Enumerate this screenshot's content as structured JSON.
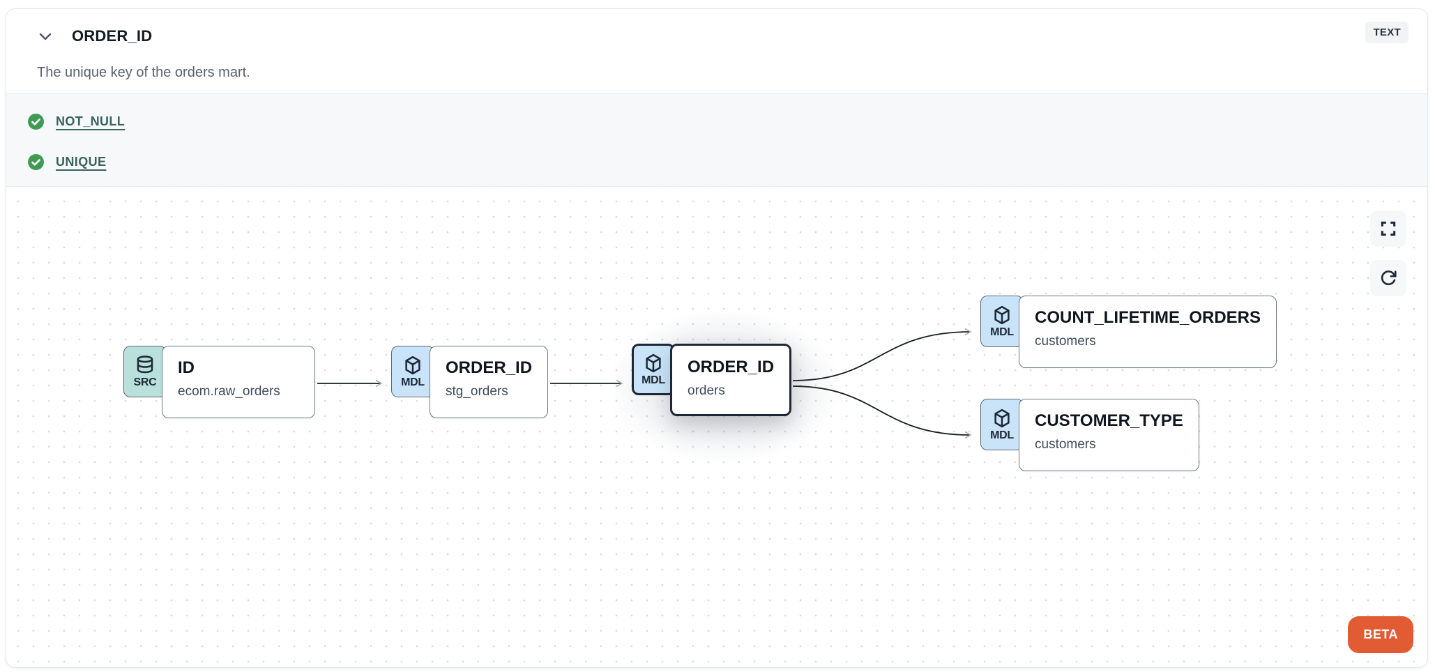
{
  "header": {
    "title": "ORDER_ID",
    "type_badge": "TEXT",
    "description": "The unique key of the orders mart."
  },
  "tests": [
    {
      "label": "NOT_NULL",
      "status": "pass"
    },
    {
      "label": "UNIQUE",
      "status": "pass"
    }
  ],
  "lineage": {
    "nodes": [
      {
        "id": "source_id",
        "badge": "SRC",
        "icon": "database-icon",
        "title": "ID",
        "subtitle": "ecom.raw_orders",
        "selected": false
      },
      {
        "id": "stg_order_id",
        "badge": "MDL",
        "icon": "cube-icon",
        "title": "ORDER_ID",
        "subtitle": "stg_orders",
        "selected": false
      },
      {
        "id": "orders_order_id",
        "badge": "MDL",
        "icon": "cube-icon",
        "title": "ORDER_ID",
        "subtitle": "orders",
        "selected": true
      },
      {
        "id": "count_lifetime_orders",
        "badge": "MDL",
        "icon": "cube-icon",
        "title": "COUNT_LIFETIME_ORDERS",
        "subtitle": "customers",
        "selected": false
      },
      {
        "id": "customer_type",
        "badge": "MDL",
        "icon": "cube-icon",
        "title": "CUSTOMER_TYPE",
        "subtitle": "customers",
        "selected": false
      }
    ],
    "edges": [
      {
        "from": "source_id",
        "to": "stg_order_id"
      },
      {
        "from": "stg_order_id",
        "to": "orders_order_id"
      },
      {
        "from": "orders_order_id",
        "to": "count_lifetime_orders"
      },
      {
        "from": "orders_order_id",
        "to": "customer_type"
      }
    ]
  },
  "controls": {
    "fullscreen": "fullscreen-icon",
    "refresh": "refresh-icon"
  },
  "beta_label": "BETA",
  "colors": {
    "accent_orange": "#e25c33",
    "test_pass_green": "#3f9a54",
    "link_teal": "#38635e",
    "model_badge_blue": "#c9e4f8",
    "source_badge_teal": "#b9e0da",
    "selected_border": "#1d2736",
    "edge_line": "#161c24",
    "edge_arrow": "#a7afb9"
  }
}
